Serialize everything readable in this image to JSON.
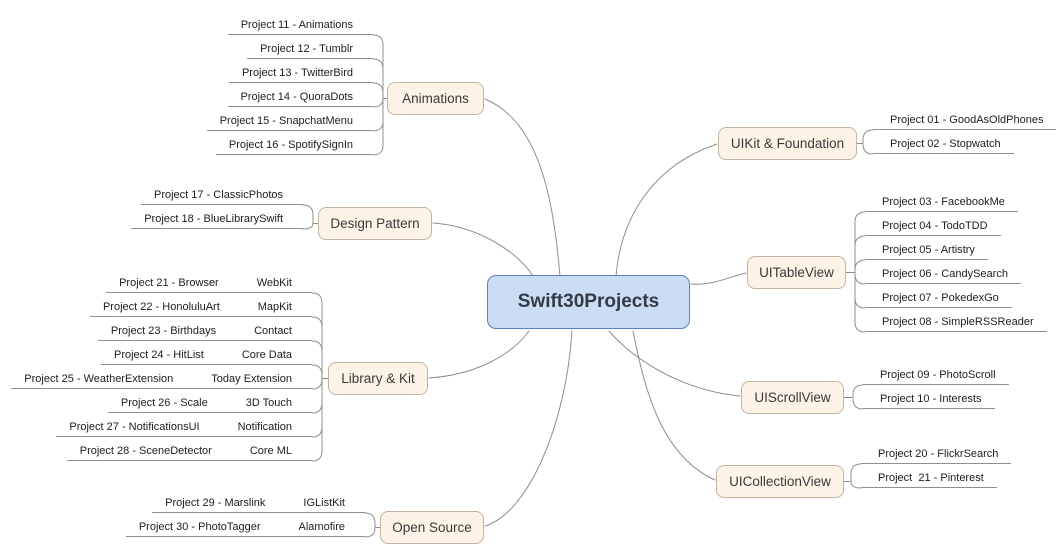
{
  "title": "Swift30Projects mind map",
  "center": {
    "label": "Swift30Projects"
  },
  "colors": {
    "center_fill": "#cbdcf5",
    "center_border": "#5b80c1",
    "branch_fill": "#fdf2e6",
    "branch_border": "#c3b3a3",
    "line": "#8f8f8f",
    "background": "#ffffff"
  },
  "branches": [
    {
      "label": "Animations",
      "side": "left",
      "items": [
        {
          "label": "Project 11 - Animations"
        },
        {
          "label": "Project 12 - Tumblr"
        },
        {
          "label": "Project 13 - TwitterBird"
        },
        {
          "label": "Project 14 - QuoraDots"
        },
        {
          "label": "Project 15 - SnapchatMenu"
        },
        {
          "label": "Project 16 - SpotifySignIn"
        }
      ]
    },
    {
      "label": "Design Pattern",
      "side": "left",
      "items": [
        {
          "label": "Project 17 - ClassicPhotos"
        },
        {
          "label": "Project 18 - BlueLibrarySwift"
        }
      ]
    },
    {
      "label": "Library & Kit",
      "side": "left",
      "items": [
        {
          "label": "Project 21 - Browser",
          "tag": "WebKit"
        },
        {
          "label": "Project 22 - HonoluluArt",
          "tag": "MapKit"
        },
        {
          "label": "Project 23 - Birthdays",
          "tag": "Contact"
        },
        {
          "label": "Project 24 - HitList",
          "tag": "Core Data"
        },
        {
          "label": "Project 25 - WeatherExtension",
          "tag": "Today Extension"
        },
        {
          "label": "Project 26 - Scale",
          "tag": "3D Touch"
        },
        {
          "label": "Project 27 - NotificationsUI",
          "tag": "Notification"
        },
        {
          "label": "Project 28 - SceneDetector",
          "tag": "Core ML"
        }
      ]
    },
    {
      "label": "Open Source",
      "side": "left",
      "items": [
        {
          "label": "Project 29 - Marslink",
          "tag": "IGListKit"
        },
        {
          "label": "Project 30 - PhotoTagger",
          "tag": "Alamofire"
        }
      ]
    },
    {
      "label": "UIKit & Foundation",
      "side": "right",
      "items": [
        {
          "label": "Project 01 - GoodAsOldPhones"
        },
        {
          "label": "Project 02 - Stopwatch"
        }
      ]
    },
    {
      "label": "UITableView",
      "side": "right",
      "items": [
        {
          "label": "Project 03 - FacebookMe"
        },
        {
          "label": "Project 04 - TodoTDD"
        },
        {
          "label": "Project 05 - Artistry"
        },
        {
          "label": "Project 06 - CandySearch"
        },
        {
          "label": "Project 07 - PokedexGo"
        },
        {
          "label": "Project 08 - SimpleRSSReader"
        }
      ]
    },
    {
      "label": "UIScrollView",
      "side": "right",
      "items": [
        {
          "label": "Project 09 - PhotoScroll"
        },
        {
          "label": "Project 10 - Interests"
        }
      ]
    },
    {
      "label": "UICollectionView",
      "side": "right",
      "items": [
        {
          "label": "Project 20 - FlickrSearch"
        },
        {
          "label": "Project  21 - Pinterest"
        }
      ]
    }
  ]
}
